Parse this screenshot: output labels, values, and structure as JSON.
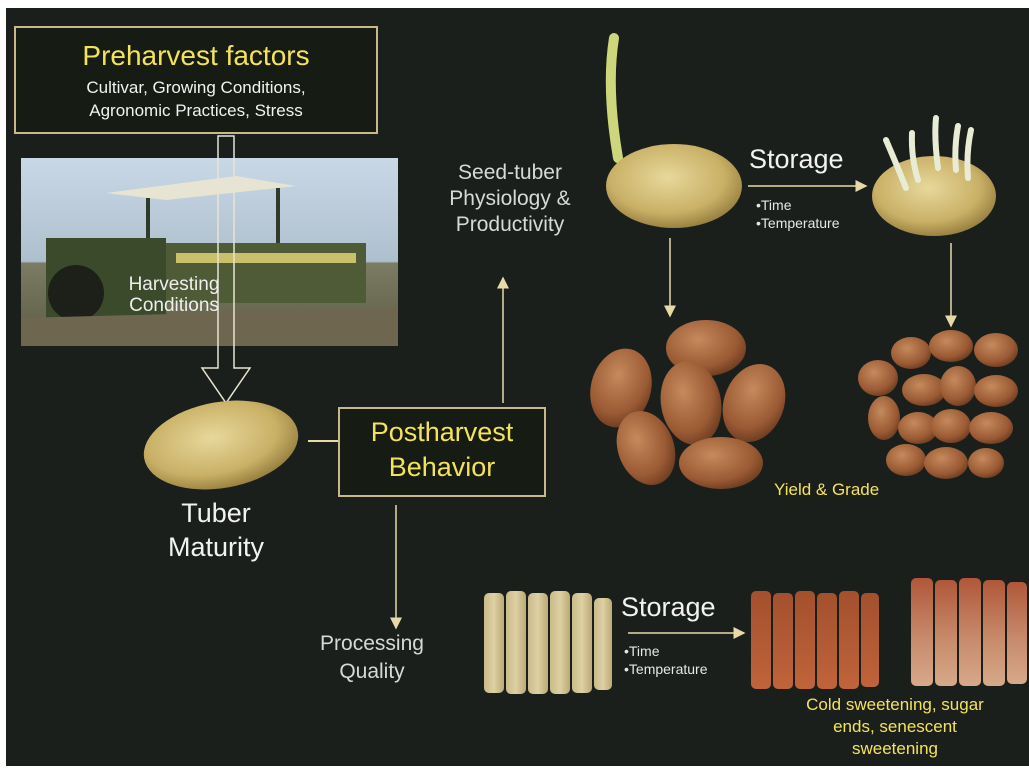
{
  "preharvest": {
    "title": "Preharvest factors",
    "line1": "Cultivar, Growing Conditions,",
    "line2": "Agronomic Practices, Stress"
  },
  "harvesting": {
    "line1": "Harvesting",
    "line2": "Conditions"
  },
  "tuber_maturity": {
    "line1": "Tuber",
    "line2": "Maturity"
  },
  "postharvest": {
    "line1": "Postharvest",
    "line2": "Behavior"
  },
  "seed_tuber": {
    "line1": "Seed-tuber",
    "line2": "Physiology &",
    "line3": "Productivity"
  },
  "storage_top": {
    "label": "Storage",
    "bullet1": "•Time",
    "bullet2": "•Temperature"
  },
  "yield_grade": "Yield & Grade",
  "processing": {
    "line1": "Processing",
    "line2": "Quality"
  },
  "storage_bottom": {
    "label": "Storage",
    "bullet1": "•Time",
    "bullet2": "•Temperature"
  },
  "sweetening": {
    "line1": "Cold sweetening, sugar",
    "line2": "ends, senescent",
    "line3": "sweetening"
  },
  "colors": {
    "background": "#1b1f1c",
    "box_border": "#c9b98a",
    "yellow_text": "#f3e35a",
    "arrow": "#e8d9a8"
  }
}
